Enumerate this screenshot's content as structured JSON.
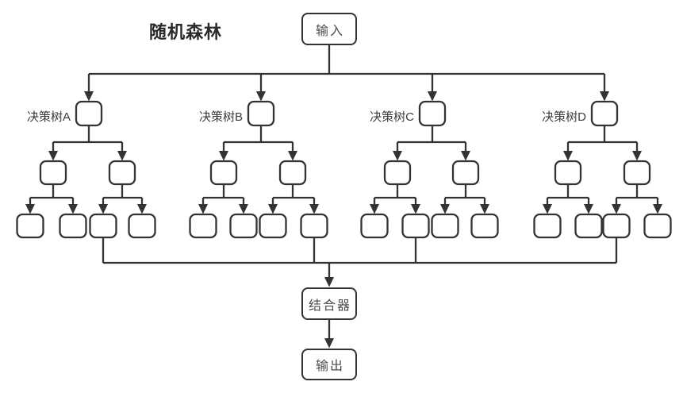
{
  "title": "随机森林",
  "nodes": {
    "input": "输入",
    "combiner": "结合器",
    "output": "输出"
  },
  "trees": [
    {
      "label": "决策树A"
    },
    {
      "label": "决策树B"
    },
    {
      "label": "决策树C"
    },
    {
      "label": "决策树D"
    }
  ],
  "colors": {
    "line": "#333333",
    "node_border": "#333333",
    "node_fill": "#ffffff",
    "text": "#4a4a4a",
    "title": "#2a2a2a"
  }
}
